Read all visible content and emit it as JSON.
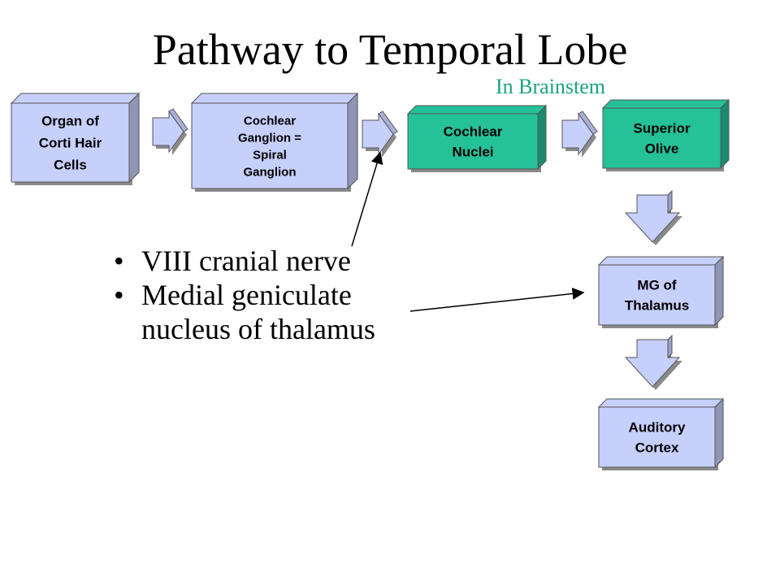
{
  "slide": {
    "title": "Pathway to Temporal Lobe",
    "region_label": "In Brainstem"
  },
  "boxes": [
    {
      "id": "organ-of-corti",
      "lines": [
        "Organ of",
        "Corti Hair",
        "Cells"
      ],
      "fill": "#c7cffb"
    },
    {
      "id": "cochlear-ganglion",
      "lines": [
        "Cochlear",
        "Ganglion =",
        "Spiral",
        "Ganglion"
      ],
      "fill": "#c7cffb"
    },
    {
      "id": "cochlear-nuclei",
      "lines": [
        "Cochlear",
        "Nuclei"
      ],
      "fill": "#25c199"
    },
    {
      "id": "superior-olive",
      "lines": [
        "Superior",
        "Olive"
      ],
      "fill": "#25c199"
    },
    {
      "id": "mg-thalamus",
      "lines": [
        "MG of",
        "Thalamus"
      ],
      "fill": "#c7cffb"
    },
    {
      "id": "auditory-cortex",
      "lines": [
        "Auditory",
        "Cortex"
      ],
      "fill": "#c7cffb"
    }
  ],
  "bullets": [
    {
      "symbol": "•",
      "text": "VIII cranial nerve"
    },
    {
      "symbol": "•",
      "text": "Medial geniculate nucleus of thalamus"
    }
  ],
  "colors": {
    "box_light": "#c7cffb",
    "box_green": "#25c199",
    "arrow_fill": "#c7cffb",
    "label_green": "#1aa383"
  }
}
